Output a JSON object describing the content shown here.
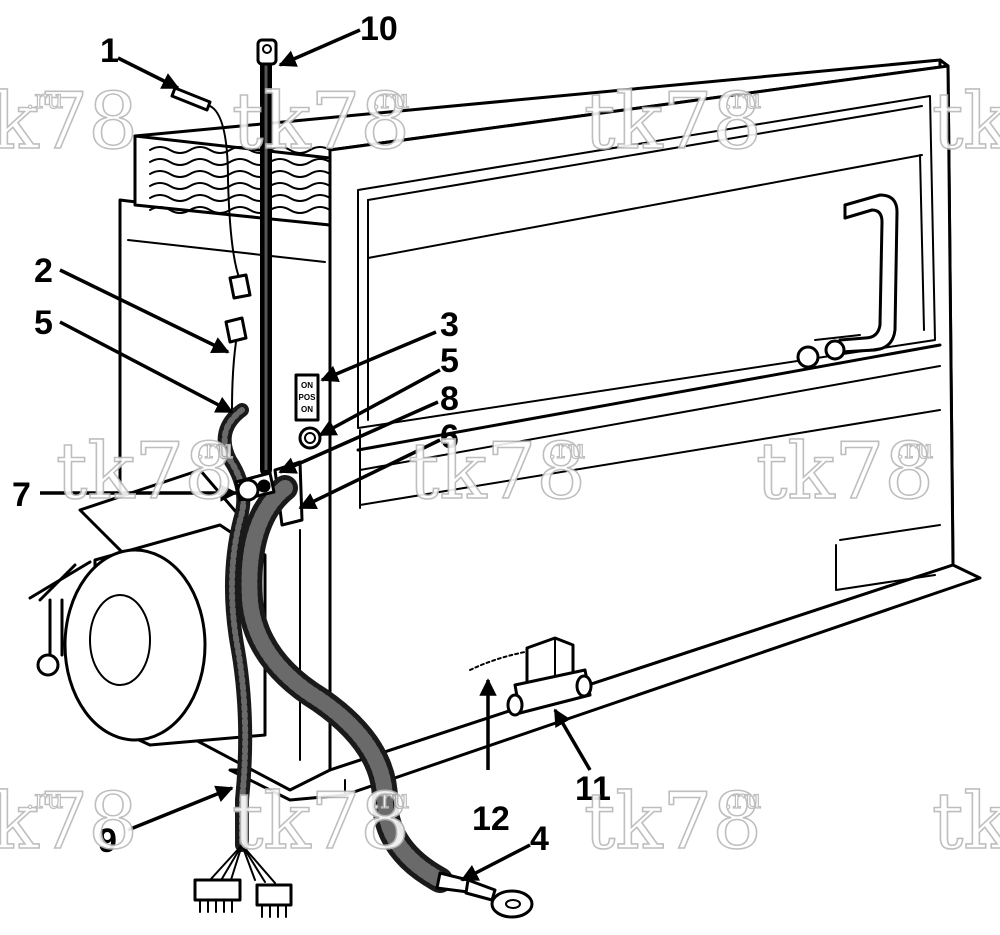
{
  "figure": {
    "callouts": [
      {
        "id": "c1",
        "label": "1"
      },
      {
        "id": "c2",
        "label": "2"
      },
      {
        "id": "c3",
        "label": "3"
      },
      {
        "id": "c4",
        "label": "4"
      },
      {
        "id": "c5a",
        "label": "5"
      },
      {
        "id": "c5b",
        "label": "5"
      },
      {
        "id": "c6",
        "label": "6"
      },
      {
        "id": "c7",
        "label": "7"
      },
      {
        "id": "c8",
        "label": "8"
      },
      {
        "id": "c9",
        "label": "9"
      },
      {
        "id": "c10",
        "label": "10"
      },
      {
        "id": "c11",
        "label": "11"
      },
      {
        "id": "c12",
        "label": "12"
      }
    ],
    "watermark": {
      "main": "tk78",
      "sup": ".ru"
    },
    "switch_plate": {
      "line1": "ON",
      "line2": "POS",
      "line3": "ON"
    }
  }
}
